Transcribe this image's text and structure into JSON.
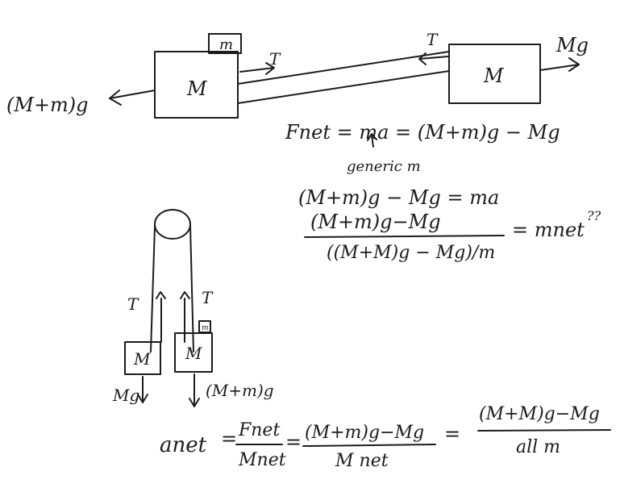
{
  "top": {
    "left_block_label": "M",
    "small_block_label": "m",
    "right_block_label": "M",
    "left_force": "(M+m)g",
    "tension_left": "T",
    "tension_right": "T",
    "right_force": "Mg"
  },
  "equations": {
    "fnet_line": "Fnet = ma = (M+m)g − Mg",
    "generic_note": "generic m",
    "line2": "(M+m)g − Mg  = ma",
    "frac_num": "(M+m)g−Mg",
    "frac_den": "((M+M)g − Mg)/m",
    "frac_result": "= mnet",
    "question": "??"
  },
  "pulley": {
    "left_tension": "T",
    "right_tension": "T",
    "left_block_label": "M",
    "right_block_label": "M",
    "small_block_label": "m",
    "left_weight": "Mg",
    "right_weight": "(M+m)g"
  },
  "bottom": {
    "anet": "anet",
    "eq1": "=",
    "frac1_num": "Fnet",
    "frac1_den": "Mnet",
    "eq2": "=",
    "frac2_num": "(M+m)g−Mg",
    "frac2_den": "M net",
    "eq3": "=",
    "frac3_num": "(M+M)g−Mg",
    "frac3_den": "all m"
  },
  "colors": {
    "ink": "#1c1c1c",
    "paper": "#ffffff"
  }
}
